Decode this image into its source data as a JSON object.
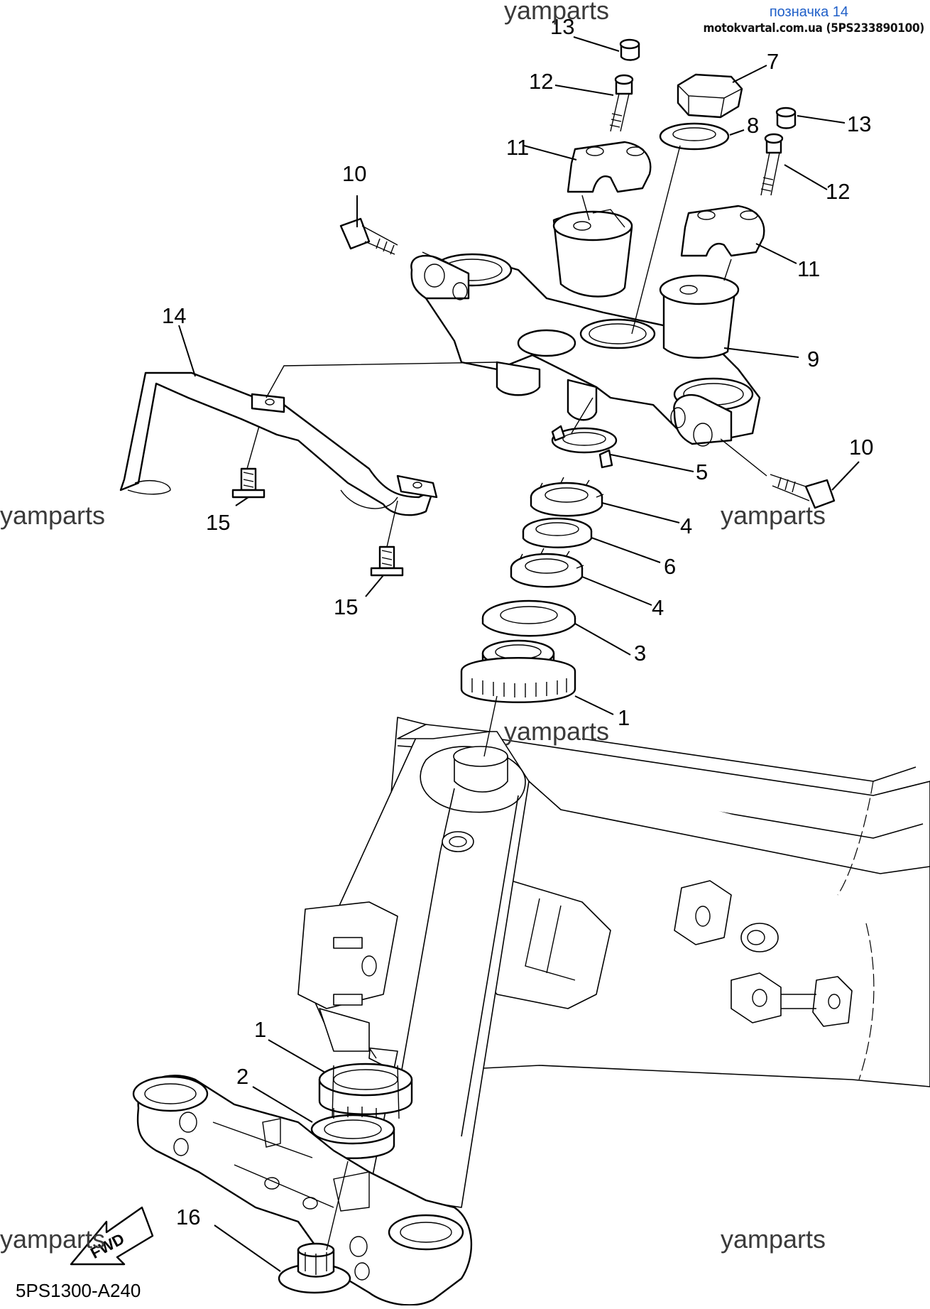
{
  "header": {
    "title": "позначка 14",
    "source": "motokvartal.com.ua (5PS233890100)"
  },
  "watermark": "yamparts",
  "diagram_code": "5PS1300-A240",
  "fwd_label": "FWD",
  "callouts": [
    {
      "id": "c13a",
      "label": "13"
    },
    {
      "id": "c12a",
      "label": "12"
    },
    {
      "id": "c11a",
      "label": "11"
    },
    {
      "id": "c10a",
      "label": "10"
    },
    {
      "id": "c7",
      "label": "7"
    },
    {
      "id": "c8",
      "label": "8"
    },
    {
      "id": "c13b",
      "label": "13"
    },
    {
      "id": "c12b",
      "label": "12"
    },
    {
      "id": "c11b",
      "label": "11"
    },
    {
      "id": "c9",
      "label": "9"
    },
    {
      "id": "c14",
      "label": "14"
    },
    {
      "id": "c10b",
      "label": "10"
    },
    {
      "id": "c5",
      "label": "5"
    },
    {
      "id": "c4a",
      "label": "4"
    },
    {
      "id": "c6",
      "label": "6"
    },
    {
      "id": "c4b",
      "label": "4"
    },
    {
      "id": "c3",
      "label": "3"
    },
    {
      "id": "c1a",
      "label": "1"
    },
    {
      "id": "c15a",
      "label": "15"
    },
    {
      "id": "c15b",
      "label": "15"
    },
    {
      "id": "c1b",
      "label": "1"
    },
    {
      "id": "c2",
      "label": "2"
    },
    {
      "id": "c16",
      "label": "16"
    }
  ]
}
